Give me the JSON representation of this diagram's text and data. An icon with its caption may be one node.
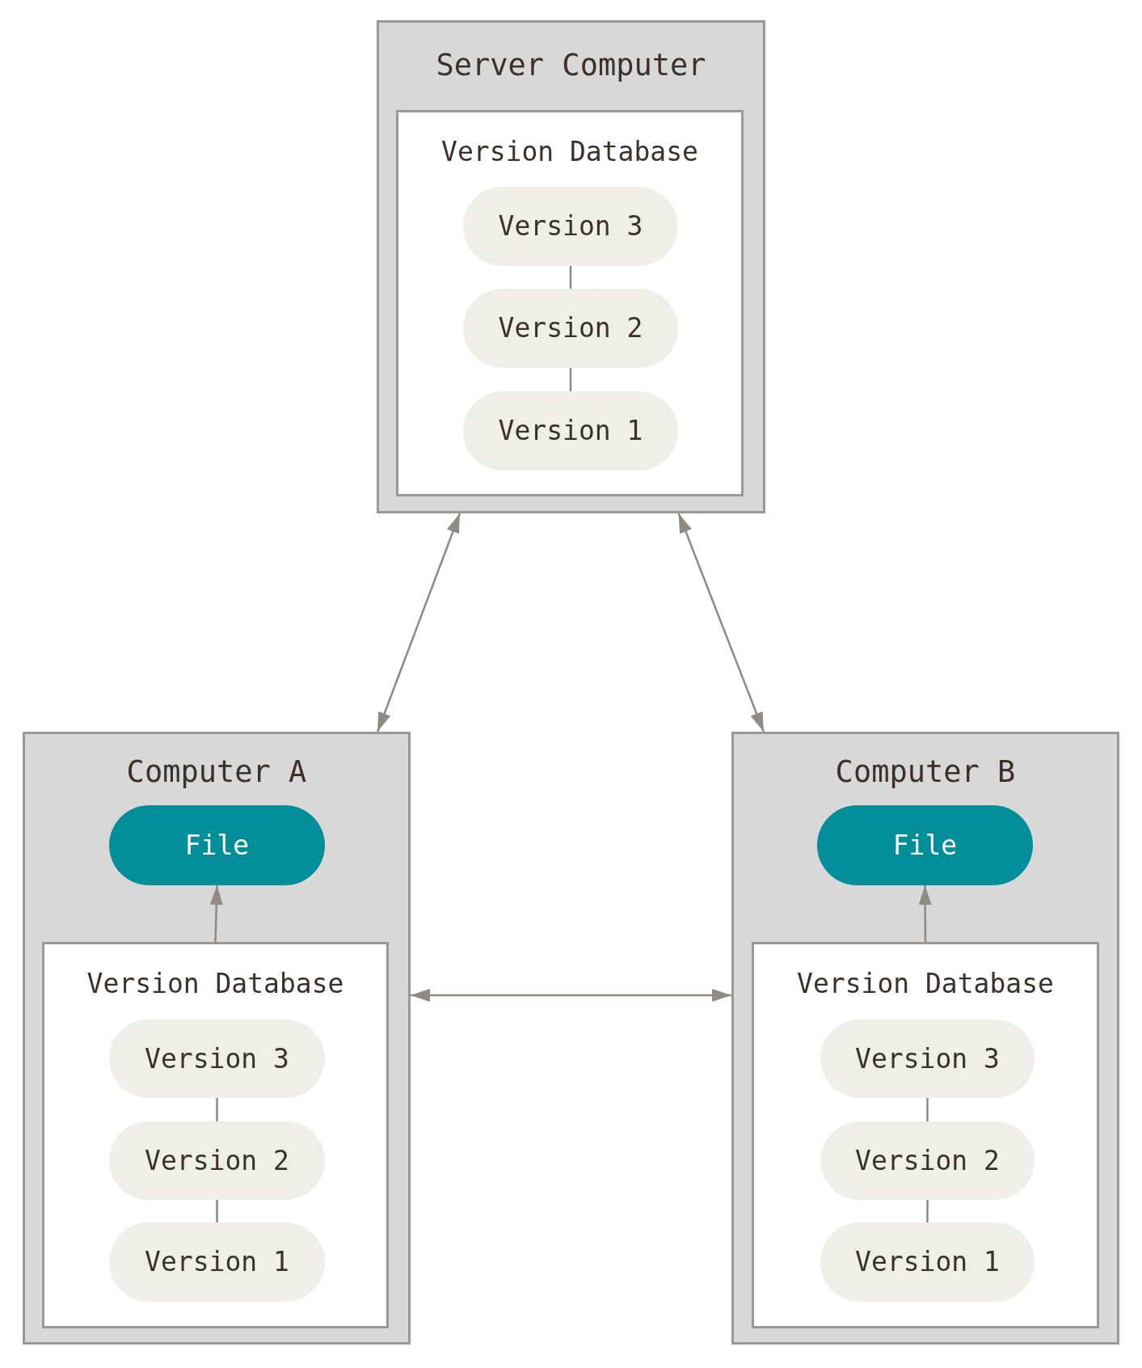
{
  "diagram": {
    "nodes": [
      {
        "text": [
          "Server Computer"
        ]
      },
      {
        "text": [
          "Version Database"
        ],
        "in": 0
      },
      {
        "text": [
          "Version 3"
        ],
        "in": 1
      },
      {
        "text": [
          "Version 2"
        ],
        "in": 1
      },
      {
        "text": [
          "Version 1"
        ],
        "in": 1
      },
      {
        "text": [
          "Computer A"
        ]
      },
      {
        "text": [
          "File"
        ],
        "in": 5
      },
      {
        "text": [
          "Version Database"
        ],
        "in": 5
      },
      {
        "text": [
          "Version 3"
        ],
        "in": 7
      },
      {
        "text": [
          "Version 2"
        ],
        "in": 7
      },
      {
        "text": [
          "Version 1"
        ],
        "in": 7
      },
      {
        "text": [
          "Computer B"
        ]
      },
      {
        "text": [
          "File"
        ],
        "in": 11
      },
      {
        "text": [
          "Version Database"
        ],
        "in": 11
      },
      {
        "text": [
          "Version 3"
        ],
        "in": 13
      },
      {
        "text": [
          "Version 2"
        ],
        "in": 13
      },
      {
        "text": [
          "Version 1"
        ],
        "in": 13
      }
    ],
    "edges": [
      {
        "from": 0,
        "to": 5,
        "arrow": "both"
      },
      {
        "from": 0,
        "to": 11,
        "arrow": "both"
      },
      {
        "from": 5,
        "to": 11,
        "arrow": "both"
      },
      {
        "from": 7,
        "to": 6,
        "arrow": "to"
      },
      {
        "from": 13,
        "to": 12,
        "arrow": "to"
      },
      {
        "from": 2,
        "to": 3,
        "arrow": "none"
      },
      {
        "from": 3,
        "to": 4,
        "arrow": "none"
      },
      {
        "from": 8,
        "to": 9,
        "arrow": "none"
      },
      {
        "from": 9,
        "to": 10,
        "arrow": "none"
      },
      {
        "from": 14,
        "to": 15,
        "arrow": "none"
      },
      {
        "from": 15,
        "to": 16,
        "arrow": "none"
      }
    ]
  }
}
